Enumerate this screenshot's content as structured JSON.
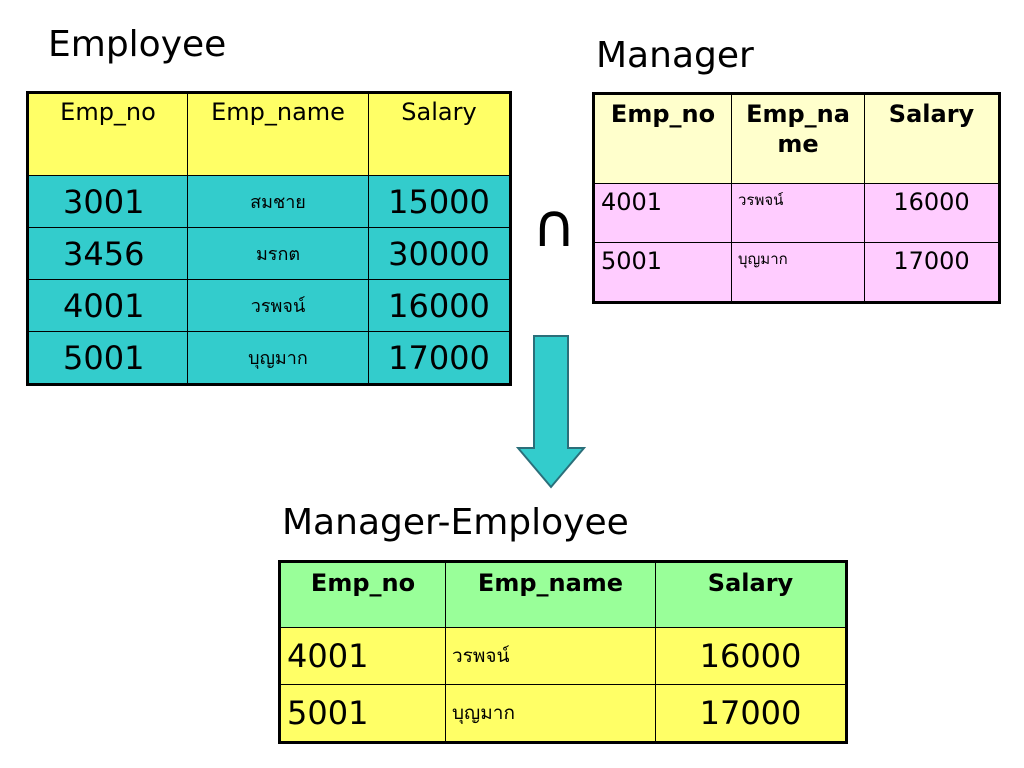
{
  "employee": {
    "title": "Employee",
    "headers": [
      "Emp_no",
      "Emp_name",
      "Salary"
    ],
    "rows": [
      [
        "3001",
        "สมชาย",
        "15000"
      ],
      [
        "3456",
        "มรกต",
        "30000"
      ],
      [
        "4001",
        "วรพจน์",
        "16000"
      ],
      [
        "5001",
        "บุญมาก",
        "17000"
      ]
    ]
  },
  "manager": {
    "title": "Manager",
    "headers": [
      "Emp_no",
      "Emp_name",
      "Salary"
    ],
    "rows": [
      [
        "4001",
        "วรพจน์",
        "16000"
      ],
      [
        "5001",
        "บุญมาก",
        "17000"
      ]
    ]
  },
  "operator": {
    "symbol": "∩"
  },
  "result": {
    "title": "Manager-Employee",
    "headers": [
      "Emp_no",
      "Emp_name",
      "Salary"
    ],
    "rows": [
      [
        "4001",
        "วรพจน์",
        "16000"
      ],
      [
        "5001",
        "บุญมาก",
        "17000"
      ]
    ]
  },
  "colors": {
    "employee_header": "#ffff66",
    "employee_cells": "#33cccc",
    "manager_header": "#ffffcc",
    "manager_cells": "#ffccff",
    "result_header": "#99ff99",
    "result_cells": "#ffff66",
    "arrow_fill": "#33cccc"
  }
}
